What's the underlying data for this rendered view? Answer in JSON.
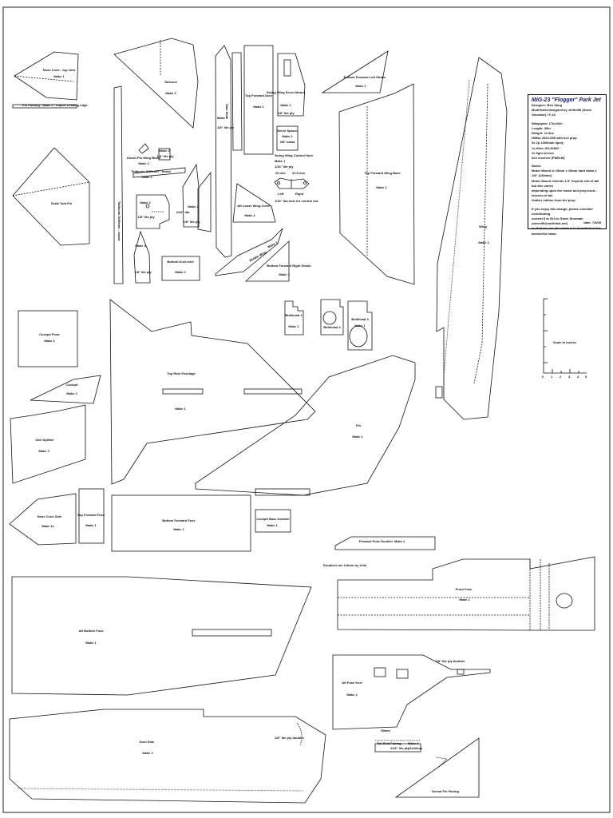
{
  "title_block": {
    "title": "MiG-23 \"Flogger\" Park Jet",
    "designer": "Designer: Ben Sang",
    "modified": "Modified/redesigned by JetSet98 (Steve Shumate) \\ F-18",
    "wingspan": "Wingspan: 17in/42in",
    "length": "Length: 38in",
    "weight": "Weight: 11.5oz",
    "motor": "HiMax 2812-655 with 6x4 prop",
    "esc": "3s 2p 1300mah lipoly",
    "servos": "1x Hitec HS-81MG",
    "speed": "2x 9gm servos",
    "rx": "6ch receiver (PWM-M)",
    "notes_heading": "Notes:",
    "note_1": "Motor Mount is 15mm x 15mm hard balsa 1 1/8\" (149mm)",
    "note_2": "Motor Mount extends 1.5\" beyond end of tail but this varies",
    "note_3": "depending upon the motor and prop used... lessens of tail",
    "note_4": "feather edition from the prop",
    "note_5": "If you enjoy this design, please consider contributing",
    "note_6": "current $ to $13 to Steve Shumate (steve99@earthlink.net)",
    "note_7": "so that we can all continue to benefit from his wonderful ideas.",
    "date": "date: 7/4/05"
  },
  "parts": {
    "nose_cone_top": "Nose Cone - top view",
    "make_1": "Make 1",
    "make_2": "Make 2",
    "make_4": "Make 4",
    "make_11": "Make 11",
    "pin_note": "Pin Folding · Make 2 · Import Leading edge",
    "tailcone": "Tailcone",
    "side_skin": "Side Skin",
    "scale_sub_fin": "Scale Sub-Fin",
    "swing_wing_servo_mount": "Swing Wing Servo Mount",
    "servo_spacer": "Servo Spacer",
    "servo_spacer_thk": "3/8\" balsa",
    "swing_wing_control_horn": "Swing Wing Control Horn",
    "ply_116": "1/16\" lite ply",
    "ply_18": "1/8\" lite ply",
    "ply_dia": "1/16\" dia",
    "left": "Left",
    "right": "Right",
    "ctrl_rod_note": "1/16\" dia hole for control rod",
    "dim_25": "25 mm",
    "dim_22": "22.5 mm",
    "top_forward_duct": "Top Forward Duct",
    "bottom_fwd_left_strake": "Bottom Forward Left Strake",
    "bottom_fwd_right_strake": "Bottom Forward Right Strake",
    "top_forward_wing_base": "Top Forward Wing Base",
    "wing": "Wing",
    "dowel_pin_wing_block": "Dowel Pin Wing Block",
    "tailboom_stiff": "Tailboom Stiffener - board",
    "bottom_duct_inlet": "Bottom Duct Inlet",
    "aft_lower_wing_cover": "Aft Lower Wing Cover",
    "middle_wing": "Middle Wing",
    "bulkhead_1": "Bulkhead 1",
    "bulkhead_2": "Bulkhead 2",
    "bulkhead_3": "Bulkhead 3",
    "cockpit_floor": "Cockpit Floor",
    "cockpit": "Cockpit",
    "inlet_splitter": "Inlet Splitter",
    "top_rear_fuselage": "Top Rear Fuselage",
    "fin": "Fin",
    "scale_inches": "Scale In Inches",
    "nose_cone_side": "Nose Cone Side",
    "top_forward_fuse": "Top Forward Fuse",
    "bottom_forward_fuse": "Bottom Forward Fuse",
    "cockpit_base_doubler": "Cockpit Base Doubler",
    "forward_fuse_doubler": "Forward Fuse Doubler",
    "doublers_note": "Doublers are 1/4mm by 1/4in",
    "front_fuse": "Front Fuse",
    "aft_bottom_fuse": "Aft Bottom Fuse",
    "aft_fuse_keel": "Aft Fuse Keel",
    "ply_doubler": "1/8\" lite ply doubler",
    "dim_55": "55mm",
    "tail_skid_fairing": "Tail Skid Fairing",
    "ply_1_8": "1/16\" lite ply",
    "dim_13": "13x42mm",
    "duct_side": "Duct Side",
    "ply_doubler2": "1/8\" lite ply doubler",
    "dorsal_fin": "Dorsal Fin Fairing"
  },
  "scale_ticks": [
    "0",
    "1",
    "2",
    "3",
    "4",
    "5"
  ]
}
